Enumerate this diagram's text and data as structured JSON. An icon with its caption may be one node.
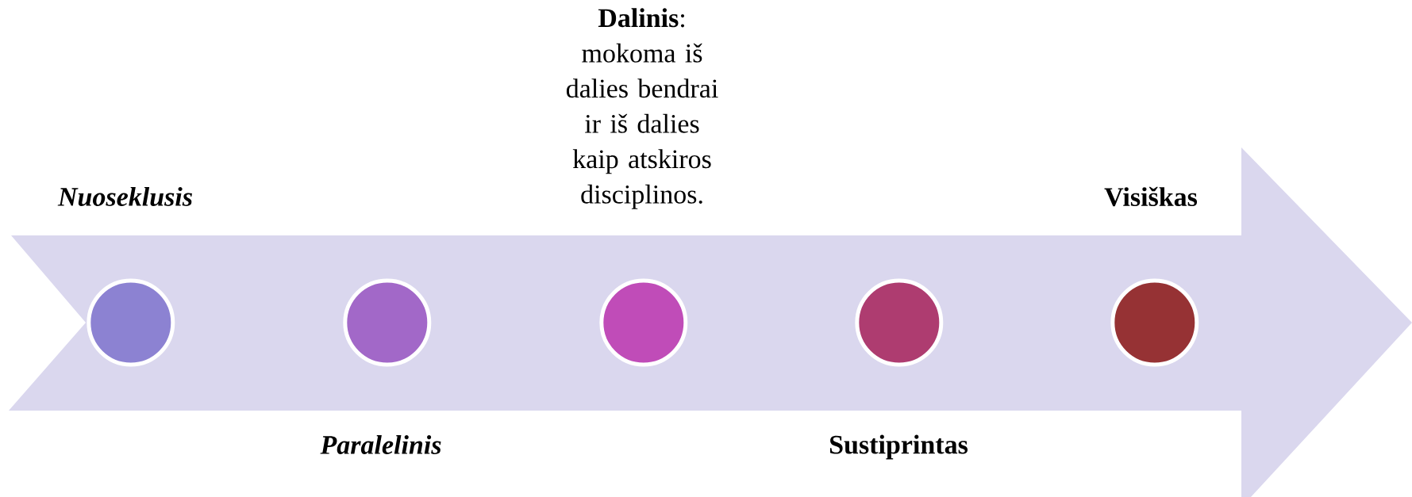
{
  "diagram": {
    "nodes": [
      {
        "text": [],
        "shape": "arrow"
      },
      {
        "text": [],
        "shape": "circle",
        "in": 0,
        "beside": [
          "Nuoseklusis"
        ]
      },
      {
        "text": [],
        "shape": "circle",
        "in": 0,
        "beside": [
          "Paralelinis"
        ]
      },
      {
        "text": [],
        "shape": "circle",
        "in": 0,
        "beside": [
          "**Dalinis**: mokoma iš dalies bendrai ir iš dalies kaip atskiros disciplinos."
        ]
      },
      {
        "text": [],
        "shape": "circle",
        "in": 0,
        "beside": [
          "Sustiprintas"
        ]
      },
      {
        "text": [],
        "shape": "circle",
        "in": 0,
        "beside": [
          "Visiškas"
        ]
      }
    ]
  }
}
